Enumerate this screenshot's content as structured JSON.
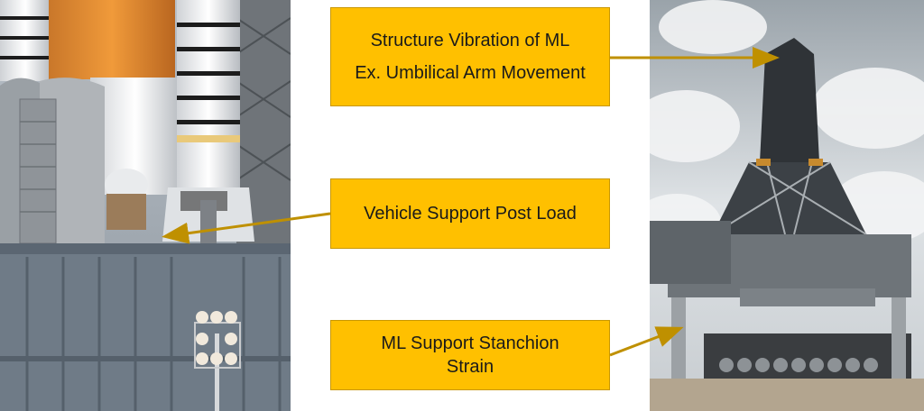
{
  "callouts": {
    "structure": {
      "line1": "Structure Vibration of ML",
      "line2": "Ex. Umbilical Arm Movement"
    },
    "post": {
      "text": "Vehicle Support Post Load"
    },
    "stanchion": {
      "text": "ML Support Stanchion Strain"
    }
  },
  "colors": {
    "callout_fill": "#ffc000",
    "arrow": "#bf9000"
  }
}
